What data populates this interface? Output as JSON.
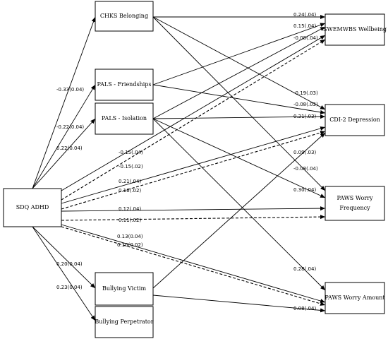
{
  "nodes": {
    "sdq": "SDQ ADHD",
    "chks": "CHKS Belonging",
    "pals_friend": "PALS - Friendships",
    "pals_iso": "PALS - Isolation",
    "bully_victim": "Bullying Victim",
    "bully_perp": "Bullying Perpetrator",
    "swem": "SWEMWBS Wellbeing",
    "cdi": "CDI-2 Depression",
    "pawf_line1": "PAWS Worry",
    "pawf_line2": "Frequency",
    "pawa": "PAWS Worry Amount"
  },
  "paths": [
    {
      "id": "sdq-chks",
      "from": "sdq",
      "to": "chks",
      "label": "-0.33(0.04)",
      "style": "solid"
    },
    {
      "id": "sdq-palsf",
      "from": "sdq",
      "to": "pals_friend",
      "label": "-0.22(0.04)",
      "style": "solid"
    },
    {
      "id": "sdq-palsi",
      "from": "sdq",
      "to": "pals_iso",
      "label": "0.22(0.04)",
      "style": "solid"
    },
    {
      "id": "sdq-victim",
      "from": "sdq",
      "to": "bully_victim",
      "label": "0.20(0.04)",
      "style": "solid"
    },
    {
      "id": "sdq-perp",
      "from": "sdq",
      "to": "bully_perp",
      "label": "0.23(0.04)",
      "style": "solid"
    },
    {
      "id": "sdq-swem-a",
      "from": "sdq",
      "to": "swem",
      "label": "-0.15(.04)",
      "style": "solid"
    },
    {
      "id": "sdq-swem-b",
      "from": "sdq",
      "to": "swem",
      "label": "-0.15(.02)",
      "style": "dashed"
    },
    {
      "id": "sdq-cdi-a",
      "from": "sdq",
      "to": "cdi",
      "label": "0.21(.04)",
      "style": "solid"
    },
    {
      "id": "sdq-cdi-b",
      "from": "sdq",
      "to": "cdi",
      "label": "0.16(.02)",
      "style": "dashed"
    },
    {
      "id": "sdq-pawf-a",
      "from": "sdq",
      "to": "pawf",
      "label": "0.12(.04)",
      "style": "solid"
    },
    {
      "id": "sdq-pawf-b",
      "from": "sdq",
      "to": "pawf",
      "label": "0.11(.02)",
      "style": "dashed"
    },
    {
      "id": "sdq-pawa-a",
      "from": "sdq",
      "to": "pawa",
      "label": "0.13(0.04)",
      "style": "solid"
    },
    {
      "id": "sdq-pawa-b",
      "from": "sdq",
      "to": "pawa",
      "label": "0.10(0.02)",
      "style": "dashed"
    },
    {
      "id": "chks-swem",
      "from": "chks",
      "to": "swem",
      "label": "0.24(.04)",
      "style": "solid"
    },
    {
      "id": "chks-cdi",
      "from": "chks",
      "to": "cdi",
      "label": "-0.19(.03)",
      "style": "solid"
    },
    {
      "id": "chks-pawf",
      "from": "chks",
      "to": "pawf",
      "label": "-0.08(.04)",
      "style": "solid"
    },
    {
      "id": "palsf-swem",
      "from": "pals_friend",
      "to": "swem",
      "label": "0.15(.04)",
      "style": "solid"
    },
    {
      "id": "palsf-cdi",
      "from": "pals_friend",
      "to": "cdi",
      "label": "-0.08(.03)",
      "style": "solid"
    },
    {
      "id": "palsi-swem",
      "from": "pals_iso",
      "to": "swem",
      "label": "-0.08(.04)",
      "style": "solid"
    },
    {
      "id": "palsi-cdi",
      "from": "pals_iso",
      "to": "cdi",
      "label": "0.21(.03)",
      "style": "solid"
    },
    {
      "id": "palsi-pawf",
      "from": "pals_iso",
      "to": "pawf",
      "label": "0.30(.04)",
      "style": "solid"
    },
    {
      "id": "palsi-pawa",
      "from": "pals_iso",
      "to": "pawa",
      "label": "0.28(.04)",
      "style": "solid"
    },
    {
      "id": "victim-cdi",
      "from": "bully_victim",
      "to": "cdi",
      "label": "0.09(.03)",
      "style": "solid"
    },
    {
      "id": "victim-pawa",
      "from": "bully_victim",
      "to": "pawa",
      "label": "0.08(.04)",
      "style": "solid"
    }
  ]
}
